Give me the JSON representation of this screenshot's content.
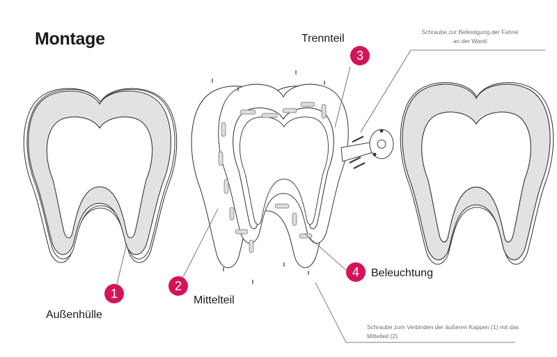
{
  "title": "Montage",
  "accent_color": "#d4145a",
  "parts": [
    {
      "number": "1",
      "label": "Außenhülle"
    },
    {
      "number": "2",
      "label": "Mittelteil"
    },
    {
      "number": "3",
      "label": "Trennteil"
    },
    {
      "number": "4",
      "label": "Beleuchtung"
    }
  ],
  "notes": {
    "wall_screw": "Schraube zur Befestigung der Fahne an der Wand",
    "cap_screw": "Schraube zum Verbinden der äußeren Kappen (1) mit das Mittelteil (2)"
  }
}
